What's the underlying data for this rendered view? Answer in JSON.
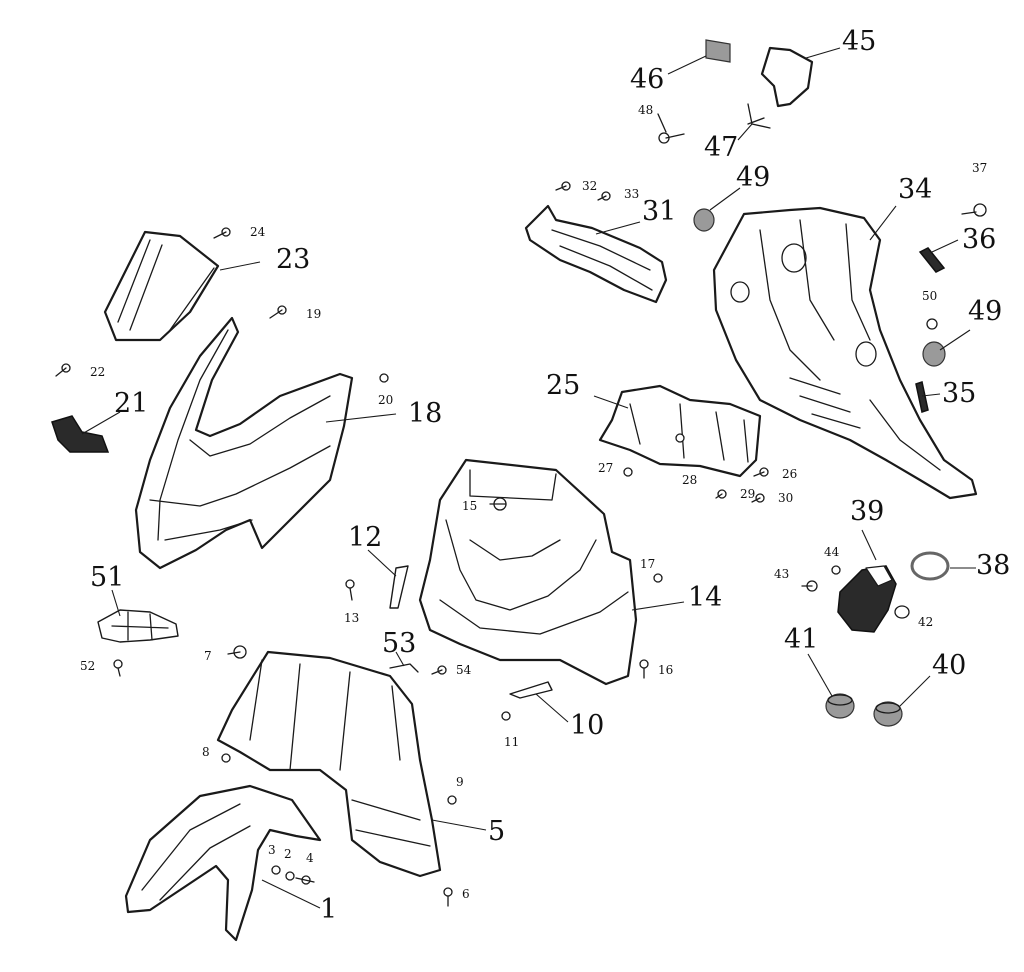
{
  "colors": {
    "line": "#1a1a1a",
    "background": "#ffffff",
    "part_dark": "#2a2a2a",
    "part_grey": "#9a9a9a"
  },
  "callouts": {
    "n1": "1",
    "n2": "2",
    "n3": "3",
    "n4": "4",
    "n5": "5",
    "n6": "6",
    "n7": "7",
    "n8": "8",
    "n9": "9",
    "n10": "10",
    "n11": "11",
    "n12": "12",
    "n13": "13",
    "n14": "14",
    "n15": "15",
    "n16": "16",
    "n17": "17",
    "n18": "18",
    "n19": "19",
    "n20": "20",
    "n21": "21",
    "n22": "22",
    "n23": "23",
    "n24": "24",
    "n25": "25",
    "n26": "26",
    "n27": "27",
    "n28": "28",
    "n29": "29",
    "n30": "30",
    "n31": "31",
    "n32": "32",
    "n33": "33",
    "n34": "34",
    "n35": "35",
    "n36": "36",
    "n37": "37",
    "n38": "38",
    "n39": "39",
    "n40": "40",
    "n41": "41",
    "n42": "42",
    "n43": "43",
    "n44": "44",
    "n45": "45",
    "n46": "46",
    "n47": "47",
    "n48": "48",
    "n49a": "49",
    "n49b": "49",
    "n50": "50",
    "n51": "51",
    "n52": "52",
    "n53": "53",
    "n54": "54"
  }
}
